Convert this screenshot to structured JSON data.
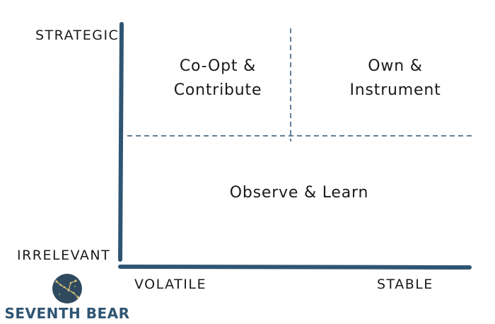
{
  "diagram": {
    "y_axis": {
      "top_label": "STRATEGIC",
      "bottom_label": "IRRELEVANT"
    },
    "x_axis": {
      "left_label": "VOLATILE",
      "right_label": "STABLE"
    },
    "quadrants": {
      "top_left": {
        "line1": "Co-Opt &",
        "line2": "Contribute"
      },
      "top_right": {
        "line1": "Own &",
        "line2": "Instrument"
      },
      "bottom": {
        "label": "Observe & Learn"
      }
    },
    "colors": {
      "axis": "#2f5573",
      "divider": "#2f5573",
      "text": "#1a1a1a",
      "logo_circle": "#2f4a5f",
      "logo_star": "#d9c27a",
      "brand_text": "#2f5573"
    }
  },
  "logo": {
    "icon": "seventh-bear-constellation-icon",
    "text": "SEVENTH BEAR"
  }
}
